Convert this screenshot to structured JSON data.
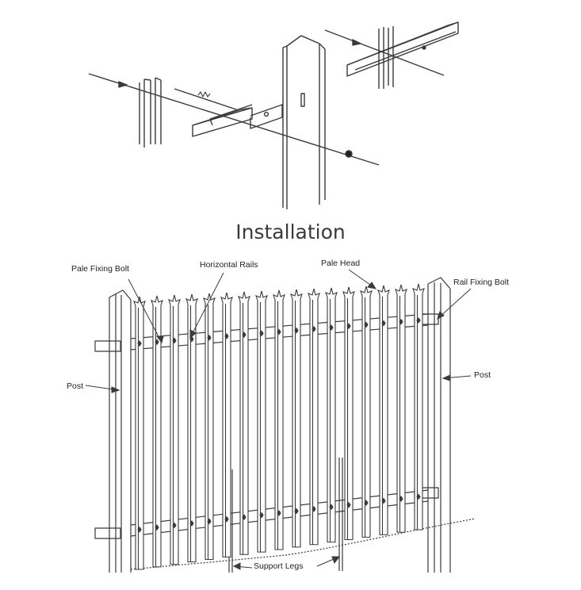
{
  "title": "Installation",
  "labels": {
    "pale_fixing_bolt": "Pale Fixing Bolt",
    "horizontal_rails": "Horizontal Rails",
    "pale_head": "Pale Head",
    "rail_fixing_bolt": "Rail Fixing Bolt",
    "post_left": "Post",
    "post_right": "Post",
    "support_legs": "Support Legs"
  },
  "colors": {
    "line": "#3a3a3a",
    "text": "#222222"
  }
}
